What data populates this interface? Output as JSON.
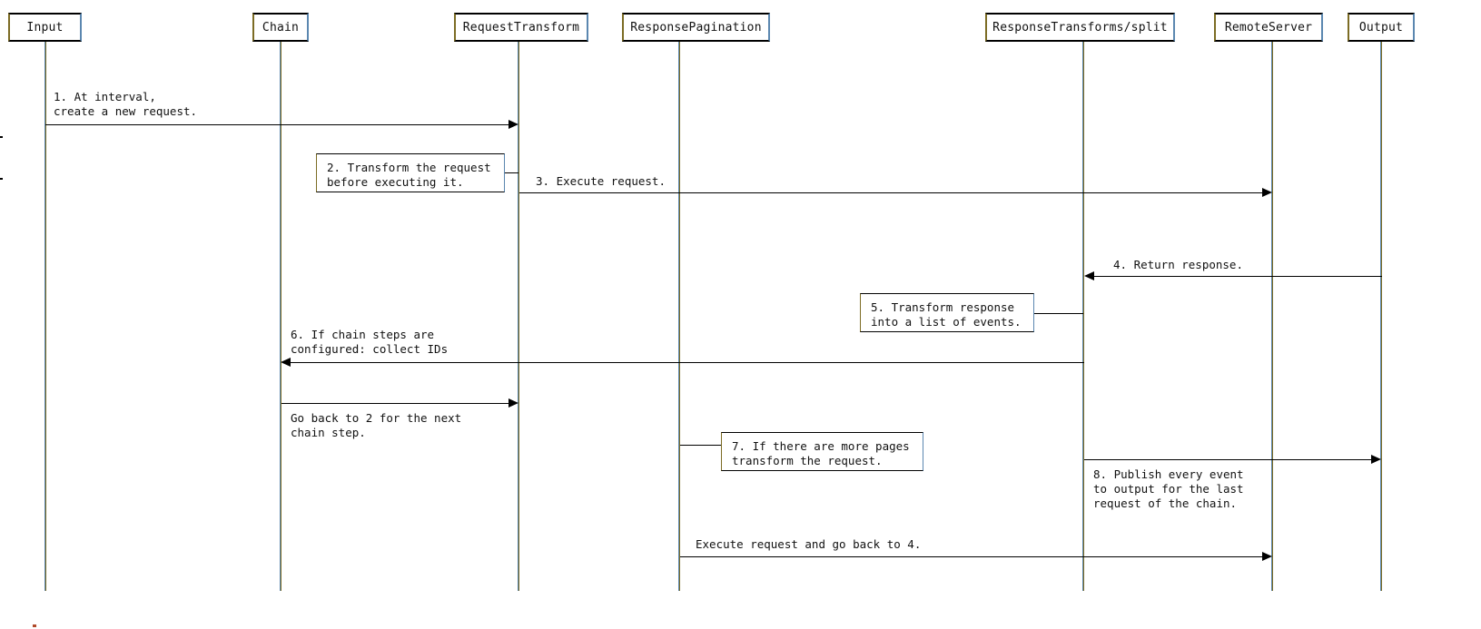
{
  "diagram": {
    "type": "sequence-diagram",
    "title": "",
    "colors": {
      "line": "#000000",
      "lifeline_left": "#5b87b0",
      "lifeline_right": "#7c6c24",
      "box_border_top": "#000000",
      "background": "#ffffff",
      "text": "#111111"
    },
    "participants": [
      {
        "id": "input",
        "label": "Input"
      },
      {
        "id": "chain",
        "label": "Chain"
      },
      {
        "id": "request_transform",
        "label": "RequestTransform"
      },
      {
        "id": "response_pagination",
        "label": "ResponsePagination"
      },
      {
        "id": "response_transforms",
        "label": "ResponseTransforms/split"
      },
      {
        "id": "remote_server",
        "label": "RemoteServer"
      },
      {
        "id": "output",
        "label": "Output"
      }
    ],
    "messages": [
      {
        "id": "msg-1",
        "number": "1.",
        "from": "input",
        "to": "request_transform",
        "direction": "right",
        "line1": "1. At interval,",
        "line2": "create a new request."
      },
      {
        "id": "msg-3",
        "number": "3.",
        "from": "request_transform",
        "to": "remote_server",
        "direction": "right",
        "line1": "3. Execute request.",
        "line2": ""
      },
      {
        "id": "msg-4",
        "number": "4.",
        "from": "output",
        "to": "response_transforms",
        "direction": "left",
        "line1": "4. Return response.",
        "line2": ""
      },
      {
        "id": "msg-6",
        "number": "6.",
        "from": "response_transforms",
        "to": "chain",
        "direction": "left",
        "line1": "6. If chain steps are",
        "line2": "configured: collect IDs"
      },
      {
        "id": "msg-goback2",
        "number": "",
        "from": "chain",
        "to": "request_transform",
        "direction": "right",
        "line1": "Go back to 2 for the next",
        "line2": "chain step."
      },
      {
        "id": "msg-8",
        "number": "8.",
        "from": "response_transforms",
        "to": "output",
        "direction": "right",
        "line1": "8. Publish every event",
        "line2": "to output for the last",
        "line3": "request of the chain."
      },
      {
        "id": "msg-exec-goback4",
        "number": "",
        "from": "response_pagination",
        "to": "remote_server",
        "direction": "right",
        "line1": "Execute request and go back to 4.",
        "line2": ""
      }
    ],
    "notes": [
      {
        "id": "note-2",
        "number": "2.",
        "attached_to": "request_transform",
        "line1": "2. Transform the request",
        "line2": "before executing it."
      },
      {
        "id": "note-5",
        "number": "5.",
        "attached_to": "response_transforms",
        "line1": "5. Transform response",
        "line2": "into a list of events."
      },
      {
        "id": "note-7",
        "number": "7.",
        "attached_to": "response_pagination",
        "line1": "7. If there are more pages",
        "line2": "transform the request."
      }
    ]
  }
}
